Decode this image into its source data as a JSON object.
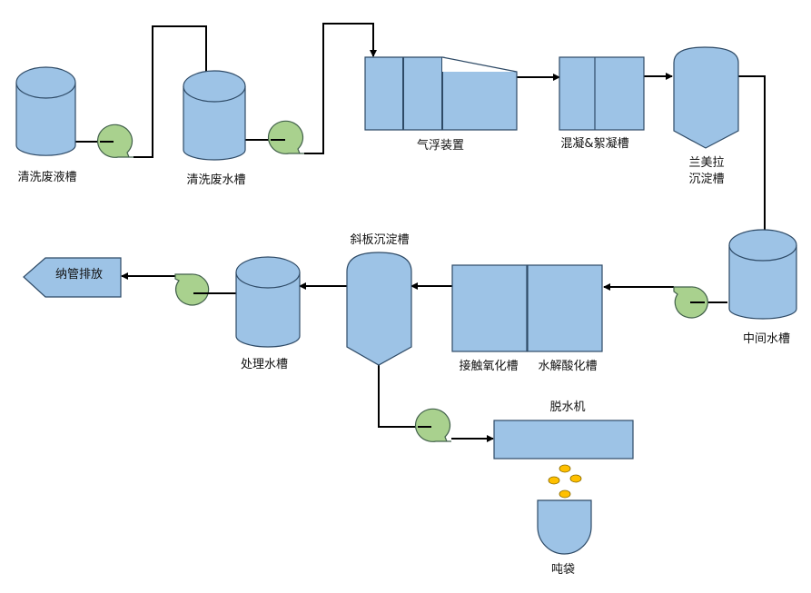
{
  "title": "废水处理工艺流程图",
  "colors": {
    "tank_fill": "#9dc3e6",
    "tank_stroke": "#2e4a66",
    "pump_fill": "#a9d18e",
    "pump_stroke": "#41604a",
    "pipe": "#000000",
    "sludge": "#ffc000"
  },
  "units": {
    "cleaning_waste_tank": "清洗废液槽",
    "cleaning_water_tank": "清洗废水槽",
    "air_flotation": "气浮装置",
    "coag_floc_tank": "混凝&絮凝槽",
    "lamella_settler_line1": "兰美拉",
    "lamella_settler_line2": "沉淀槽",
    "intermediate_tank": "中间水槽",
    "hydrolysis_tank": "水解酸化槽",
    "contact_oxidation_tank": "接触氧化槽",
    "inclined_plate_settler": "斜板沉淀槽",
    "treated_water_tank": "处理水槽",
    "discharge": "纳管排放",
    "dewatering_machine": "脱水机",
    "ton_bag": "吨袋"
  }
}
